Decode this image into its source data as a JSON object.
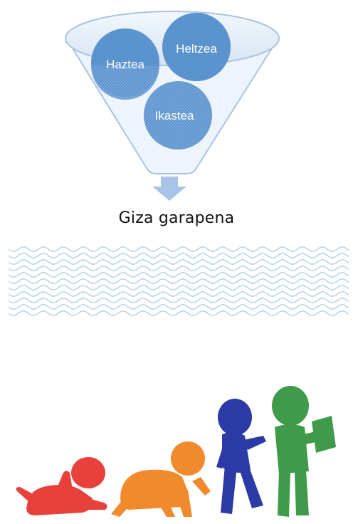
{
  "funnel": {
    "circles": [
      {
        "label": "Haztea"
      },
      {
        "label": "Heltzea"
      },
      {
        "label": "Ikastea"
      }
    ]
  },
  "caption": "Giza garapena",
  "colors": {
    "circle_fill": "#5b93cf",
    "funnel_stroke": "#a9c3e3",
    "arrow_fill": "#a9c4e6",
    "waves": "#b3d0e8",
    "infant": "#e8403a",
    "crawler": "#f08a2c",
    "toddler": "#2b3aa6",
    "child": "#3f9a4a"
  },
  "figures": [
    {
      "name": "baby-lying-figure"
    },
    {
      "name": "baby-crawling-figure"
    },
    {
      "name": "toddler-walking-figure"
    },
    {
      "name": "child-reading-figure"
    }
  ]
}
